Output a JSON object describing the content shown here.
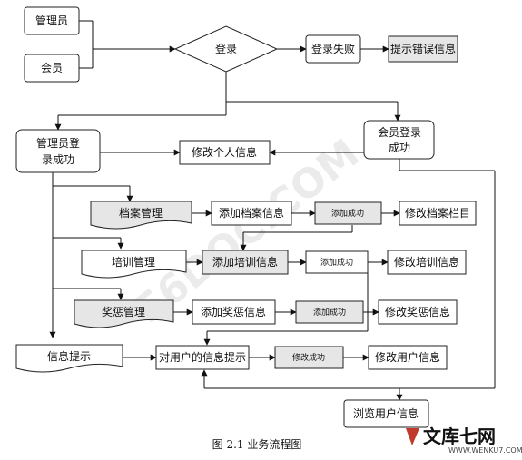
{
  "nodes": {
    "admin": "管理员",
    "member": "会员",
    "login": "登录",
    "login_fail": "登录失败",
    "error_msg": "提示错误信息",
    "admin_ok": "管理员登\n录成功",
    "member_ok": "会员登录\n成功",
    "modify_info": "修改个人信息",
    "archive_mgmt": "档案管理",
    "add_archive": "添加档案信息",
    "add_success_1": "添加成功",
    "modify_archive": "修改档案栏目",
    "training_mgmt": "培训管理",
    "add_training": "添加培训信息",
    "add_success_2": "添加成功",
    "modify_training": "修改培训信息",
    "reward_mgmt": "奖惩管理",
    "add_reward": "添加奖惩信息",
    "add_success_3": "添加成功",
    "modify_reward": "修改奖惩信息",
    "info_tip": "信息提示",
    "user_info_tip": "对用户的信息提示",
    "modify_success": "修改成功",
    "modify_user": "修改用户信息",
    "browse_user": "浏览用户信息"
  },
  "caption": "图 2.1 业务流程图",
  "logo": {
    "text": "文库七网",
    "url": "WWW.WENKU7.COM"
  },
  "watermark": "56DOC.COM"
}
